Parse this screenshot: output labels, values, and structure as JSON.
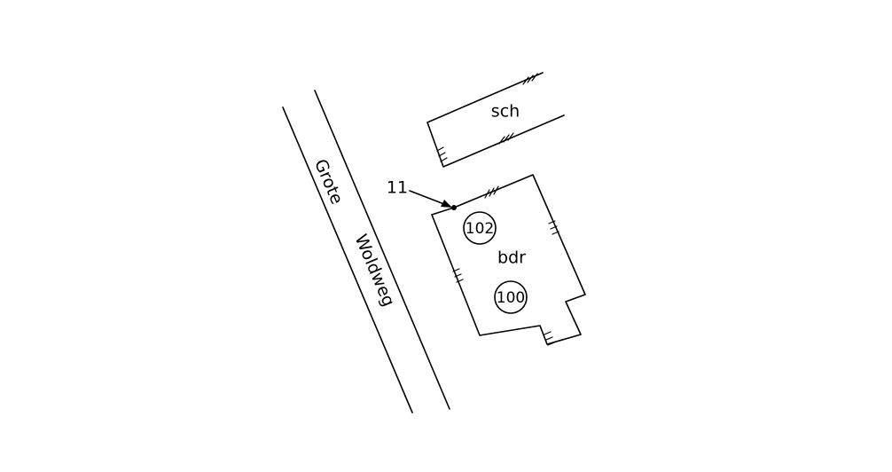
{
  "street": {
    "word1": "Grote",
    "word2": "Woldweg"
  },
  "shed": {
    "label": "sch"
  },
  "house": {
    "label": "bdr",
    "number_upper": "102",
    "number_lower": "100"
  },
  "point": {
    "label": "11"
  },
  "colors": {
    "ink": "#000000",
    "background": "#ffffff"
  }
}
